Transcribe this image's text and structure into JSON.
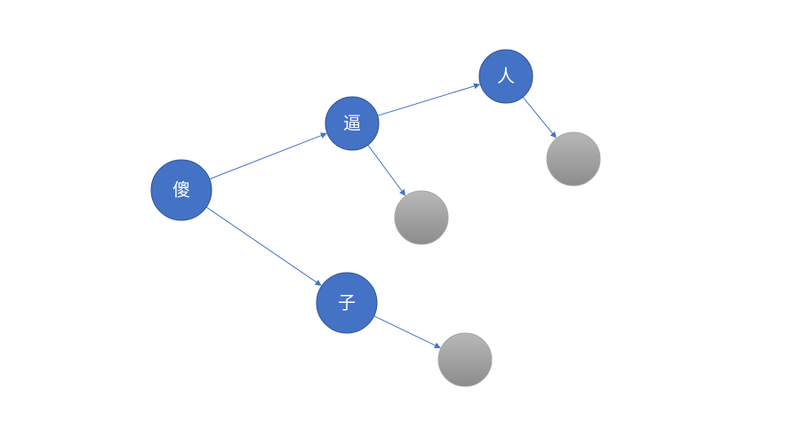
{
  "diagram": {
    "type": "tree",
    "colors": {
      "node_fill": "#4472c4",
      "node_stroke": "#2f5597",
      "leaf_fill_top": "#b8b8b8",
      "leaf_fill_bottom": "#8c8c8c",
      "leaf_stroke": "#a6a6a6",
      "edge": "#4472c4",
      "background": "#ffffff"
    },
    "nodes": [
      {
        "id": "sha",
        "label": "傻",
        "kind": "char"
      },
      {
        "id": "bi",
        "label": "逼",
        "kind": "char"
      },
      {
        "id": "ren",
        "label": "人",
        "kind": "char"
      },
      {
        "id": "zi",
        "label": "子",
        "kind": "char"
      },
      {
        "id": "leaf_bi",
        "label": "",
        "kind": "end"
      },
      {
        "id": "leaf_ren",
        "label": "",
        "kind": "end"
      },
      {
        "id": "leaf_zi",
        "label": "",
        "kind": "end"
      }
    ],
    "edges": [
      {
        "from": "sha",
        "to": "bi"
      },
      {
        "from": "sha",
        "to": "zi"
      },
      {
        "from": "bi",
        "to": "ren"
      },
      {
        "from": "bi",
        "to": "leaf_bi"
      },
      {
        "from": "ren",
        "to": "leaf_ren"
      },
      {
        "from": "zi",
        "to": "leaf_zi"
      }
    ]
  }
}
